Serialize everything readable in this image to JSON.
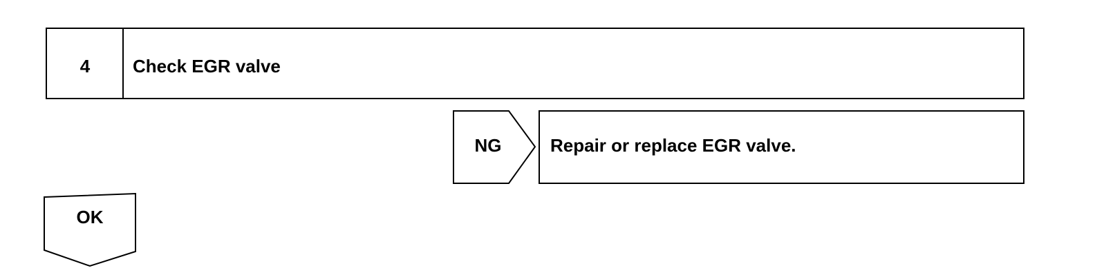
{
  "step": {
    "number": "4",
    "title": "Check EGR valve"
  },
  "ng_branch": {
    "label": "NG",
    "action": "Repair or replace EGR valve."
  },
  "ok_branch": {
    "label": "OK"
  },
  "colors": {
    "stroke": "#000000",
    "background": "#ffffff"
  }
}
